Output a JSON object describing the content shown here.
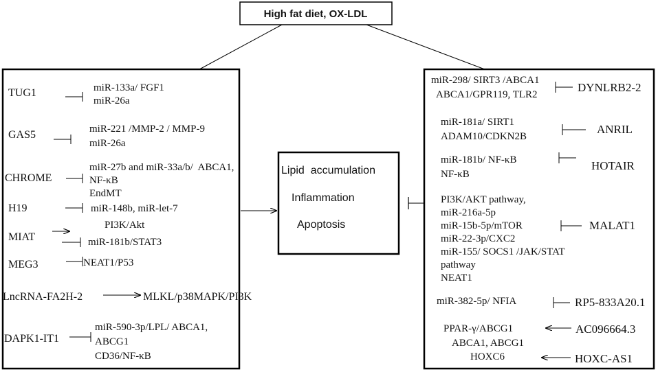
{
  "top": {
    "label": "High fat diet, OX-LDL"
  },
  "center": {
    "lines": [
      "Lipid  accumulation",
      "Inflammation",
      "Apoptosis"
    ]
  },
  "left_panel": {
    "items": [
      {
        "name": "TUG1",
        "targets": [
          "miR-133a/ FGF1",
          "miR-26a"
        ]
      },
      {
        "name": "GAS5",
        "targets": [
          "miR-221 /MMP-2 / MMP-9",
          "miR-26a"
        ]
      },
      {
        "name": "CHROME",
        "targets": [
          "miR-27b and miR-33a/b/  ABCA1,",
          "NF-κB",
          "EndMT"
        ]
      },
      {
        "name": "H19",
        "targets": [
          "miR-148b, miR-let-7"
        ]
      },
      {
        "name": "MIAT",
        "targets": [
          "PI3K/Akt",
          "miR-181b/STAT3"
        ]
      },
      {
        "name": "MEG3",
        "targets": [
          "NEAT1/P53"
        ]
      },
      {
        "name": "LncRNA-FA2H-2",
        "targets": [
          "MLKL/p38MAPK/PI3K"
        ]
      },
      {
        "name": "DAPK1-IT1",
        "targets": [
          "miR-590-3p/LPL/ ABCA1,",
          "ABCG1",
          "CD36/NF-κB"
        ]
      }
    ]
  },
  "right_panel": {
    "items": [
      {
        "name": "DYNLRB2-2",
        "targets": [
          "miR-298/ SIRT3 /ABCA1",
          "ABCA1/GPR119, TLR2"
        ]
      },
      {
        "name": "ANRIL",
        "targets": [
          "miR-181a/ SIRT1",
          "ADAM10/CDKN2B"
        ]
      },
      {
        "name": "HOTAIR",
        "targets": [
          "miR-181b/ NF-κB",
          "NF-κB"
        ]
      },
      {
        "name": "MALAT1",
        "targets": [
          "PI3K/AKT pathway,",
          "miR-216a-5p",
          "miR-15b-5p/mTOR",
          "miR-22-3p/CXC2",
          "miR-155/ SOCS1 /JAK/STAT",
          "pathway",
          "NEAT1"
        ]
      },
      {
        "name": "RP5-833A20.1",
        "targets": [
          "miR-382-5p/ NFIA"
        ]
      },
      {
        "name": "AC096664.3",
        "targets": [
          "PPAR-γ/ABCG1"
        ]
      },
      {
        "name": "HOXC-AS1",
        "targets": [
          "ABCA1, ABCG1",
          "HOXC6"
        ]
      }
    ]
  },
  "colors": {
    "line": "#000000",
    "text": "#111111",
    "background": "#ffffff"
  },
  "edges": [
    {
      "from": "High fat diet, OX-LDL",
      "to": "left_panel",
      "type": "line"
    },
    {
      "from": "High fat diet, OX-LDL",
      "to": "right_panel",
      "type": "line"
    },
    {
      "from": "left_panel",
      "to": "center",
      "type": "arrow"
    },
    {
      "from": "right_panel",
      "to": "center",
      "type": "inhibit"
    },
    {
      "from": "TUG1",
      "to": "miR-133a/ FGF1",
      "type": "inhibit"
    },
    {
      "from": "GAS5",
      "to": "miR-221 /MMP-2 / MMP-9",
      "type": "inhibit"
    },
    {
      "from": "CHROME",
      "to": "miR-27b and miR-33a/b/  ABCA1,",
      "type": "inhibit"
    },
    {
      "from": "H19",
      "to": "miR-148b, miR-let-7",
      "type": "inhibit"
    },
    {
      "from": "MIAT",
      "to": "PI3K/Akt",
      "type": "arrow"
    },
    {
      "from": "MIAT",
      "to": "miR-181b/STAT3",
      "type": "inhibit"
    },
    {
      "from": "MEG3",
      "to": "NEAT1/P53",
      "type": "inhibit"
    },
    {
      "from": "LncRNA-FA2H-2",
      "to": "MLKL/p38MAPK/PI3K",
      "type": "arrow"
    },
    {
      "from": "DAPK1-IT1",
      "to": "miR-590-3p/LPL/ ABCA1,",
      "type": "inhibit"
    },
    {
      "from": "DYNLRB2-2",
      "to": "miR-298/ SIRT3 /ABCA1",
      "type": "inhibit"
    },
    {
      "from": "ANRIL",
      "to": "miR-181a/ SIRT1",
      "type": "inhibit"
    },
    {
      "from": "HOTAIR",
      "to": "miR-181b/ NF-κB",
      "type": "inhibit"
    },
    {
      "from": "MALAT1",
      "to": "PI3K/AKT pathway,",
      "type": "inhibit"
    },
    {
      "from": "RP5-833A20.1",
      "to": "miR-382-5p/ NFIA",
      "type": "inhibit"
    },
    {
      "from": "AC096664.3",
      "to": "PPAR-γ/ABCG1",
      "type": "arrow"
    },
    {
      "from": "HOXC-AS1",
      "to": "HOXC6",
      "type": "arrow"
    }
  ]
}
